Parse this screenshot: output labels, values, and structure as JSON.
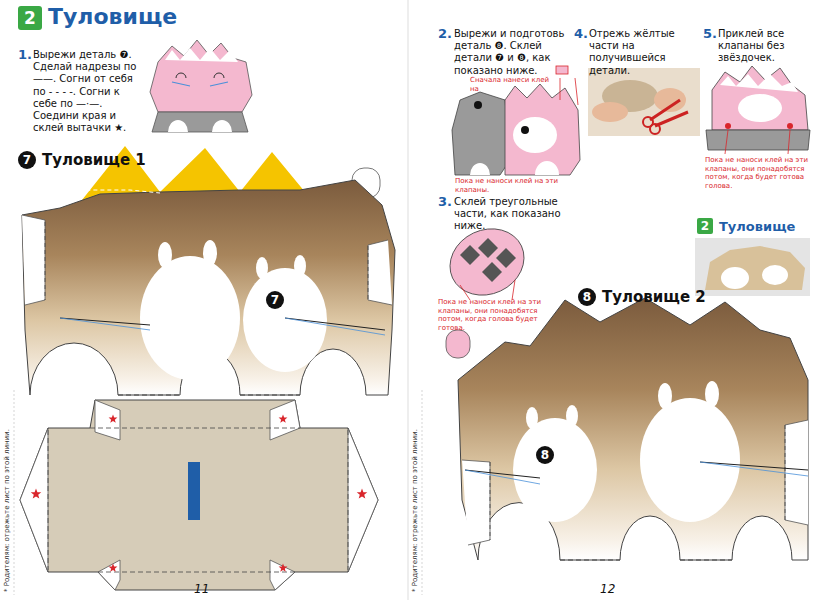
{
  "diagram": {
    "title": "Туловище",
    "nodes": [
      {
        "text": [
          "2"
        ]
      },
      {
        "text": [
          "7",
          "Туловище 1"
        ]
      },
      {
        "text": [
          "7"
        ]
      },
      {
        "text": [
          "8",
          "Туловище 2"
        ]
      },
      {
        "text": [
          "8"
        ]
      },
      {
        "text": [
          "2",
          "Туловище"
        ]
      }
    ],
    "labels": [
      "1.",
      "Вырежи деталь ❼. Сделай надрезы по ——. Согни от себя по - - - -. Согни к себе по —·—. Соедини края и склей вытачки ★.",
      "2.",
      "Вырежи и подготовь деталь ❽. Склей детали ❼ и ❽, как показано ниже.",
      "Сначала нанеси клей на",
      "Пока не наноси клей на эти клапаны.",
      "3.",
      "Склей треугольные части, как показано ниже.",
      "Пока не наноси клей на эти клапаны, они понадобятся потом, когда голова будет готова.",
      "4.",
      "Отрежь жёлтые части на получившейся детали.",
      "5.",
      "Приклей все клапаны без звёздочек.",
      "Пока не наноси клей на эти клапаны, они понадобятся потом, когда будет готова голова.",
      "11",
      "12",
      "* Родителям: отрежьте лист по этой линии.",
      "* Родителям: отрежьте лист по этой линии."
    ]
  }
}
